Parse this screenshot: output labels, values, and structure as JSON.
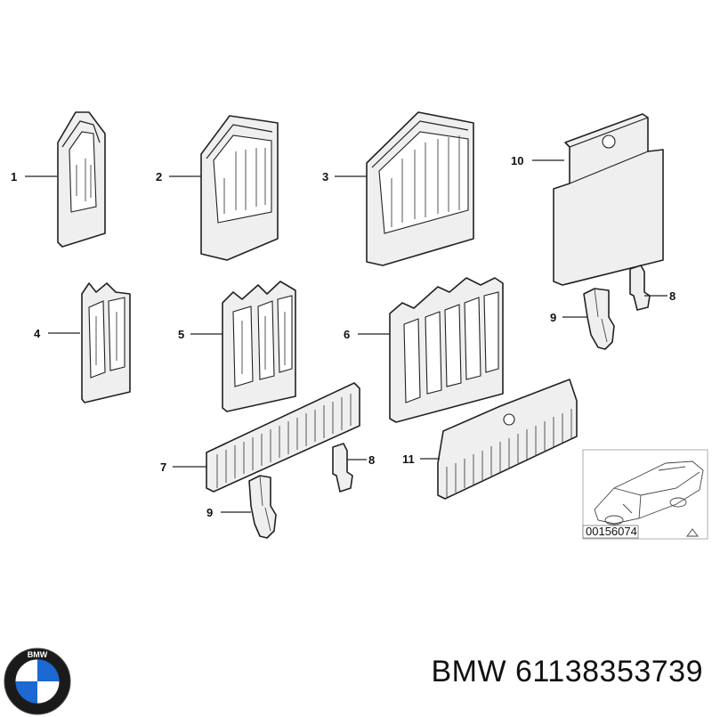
{
  "callouts": [
    {
      "id": "c1",
      "label": "1"
    },
    {
      "id": "c2",
      "label": "2"
    },
    {
      "id": "c3",
      "label": "3"
    },
    {
      "id": "c4",
      "label": "4"
    },
    {
      "id": "c5",
      "label": "5"
    },
    {
      "id": "c6",
      "label": "6"
    },
    {
      "id": "c7",
      "label": "7"
    },
    {
      "id": "c8a",
      "label": "8"
    },
    {
      "id": "c8b",
      "label": "8"
    },
    {
      "id": "c9a",
      "label": "9"
    },
    {
      "id": "c9b",
      "label": "9"
    },
    {
      "id": "c10",
      "label": "10"
    },
    {
      "id": "c11",
      "label": "11"
    }
  ],
  "reference": {
    "code": "00156074"
  },
  "logo": {
    "text": "BMW",
    "colors": {
      "blue": "#1c69d4",
      "black": "#000000",
      "white": "#ffffff"
    }
  },
  "caption": {
    "brand": "BMW",
    "part_number": "61138353739"
  }
}
